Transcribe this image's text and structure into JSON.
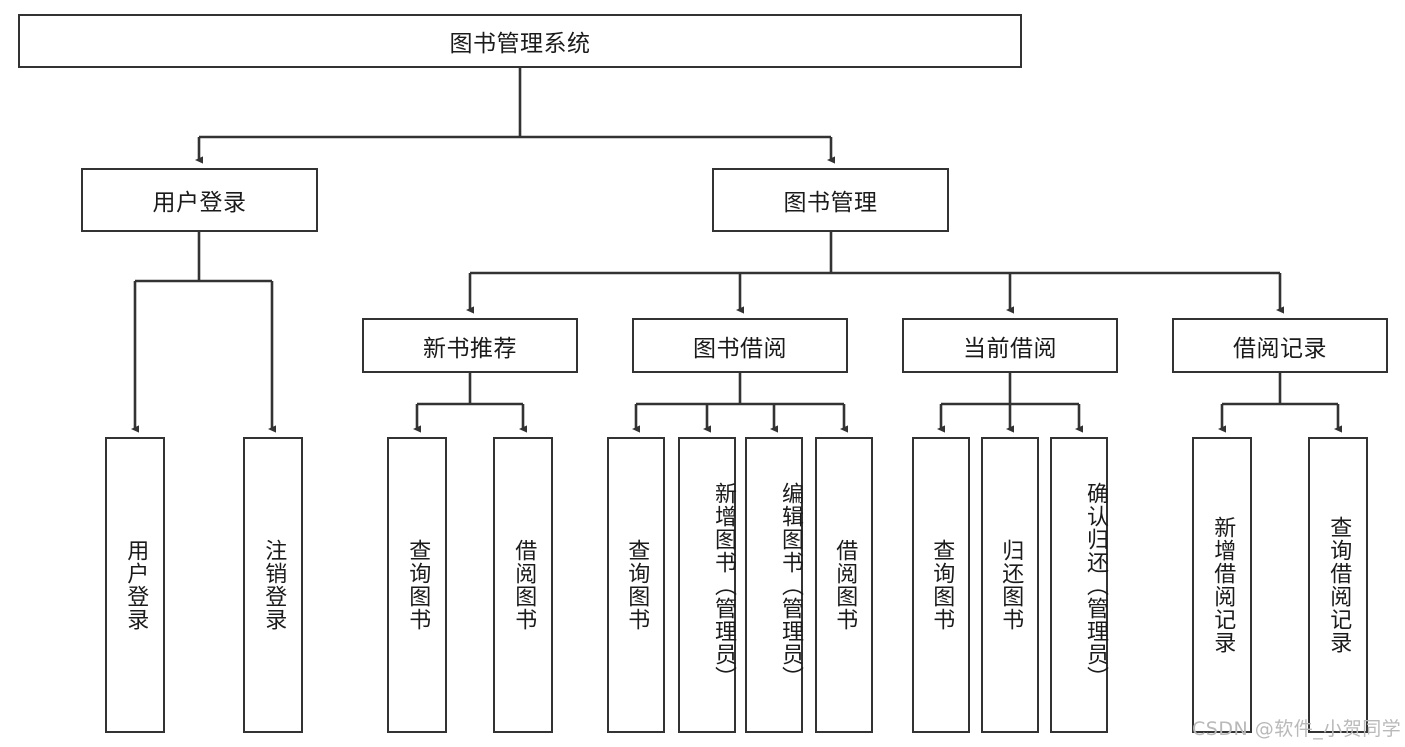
{
  "diagram": {
    "title": "图书管理系统",
    "type": "hierarchy-tree",
    "root": {
      "label": "图书管理系统"
    },
    "level2": [
      {
        "label": "用户登录"
      },
      {
        "label": "图书管理"
      }
    ],
    "level3": [
      {
        "label": "新书推荐"
      },
      {
        "label": "图书借阅"
      },
      {
        "label": "当前借阅"
      },
      {
        "label": "借阅记录"
      }
    ],
    "leaves": {
      "user_login": [
        {
          "label": "用户登录"
        },
        {
          "label": "注销登录"
        }
      ],
      "new_book_recommend": [
        {
          "label": "查询图书"
        },
        {
          "label": "借阅图书"
        }
      ],
      "book_borrow": [
        {
          "label": "查询图书"
        },
        {
          "label": "新增图书（管理员）"
        },
        {
          "label": "编辑图书（管理员）"
        },
        {
          "label": "借阅图书"
        }
      ],
      "current_borrow": [
        {
          "label": "查询图书"
        },
        {
          "label": "归还图书"
        },
        {
          "label": "确认归还（管理员）"
        }
      ],
      "borrow_record": [
        {
          "label": "新增借阅记录"
        },
        {
          "label": "查询借阅记录"
        }
      ]
    }
  },
  "watermark": {
    "text": "CSDN @软件_小贺同学"
  },
  "colors": {
    "stroke": "#333333",
    "background": "#ffffff",
    "text": "#1b1b1b",
    "watermark": "#b9b9b9"
  }
}
